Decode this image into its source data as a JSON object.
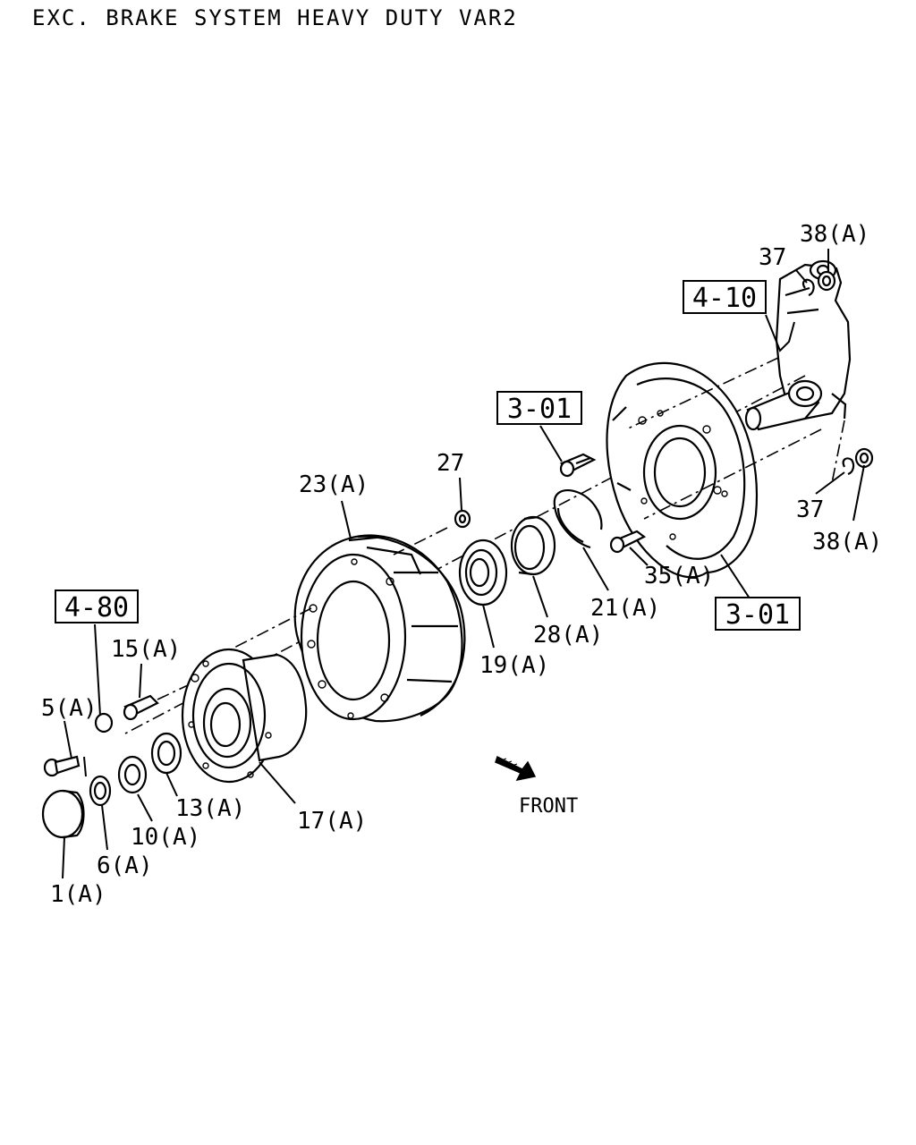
{
  "title": "EXC. BRAKE SYSTEM HEAVY DUTY VAR2",
  "front_label": "FRONT",
  "reference_boxes": {
    "ref_4_10": "4-10",
    "ref_3_01_top": "3-01",
    "ref_3_01_bottom": "3-01",
    "ref_4_80": "4-80"
  },
  "part_labels": {
    "p38a_top": "38(A)",
    "p37_top": "37",
    "p37_bottom": "37",
    "p38a_bottom": "38(A)",
    "p27": "27",
    "p23a": "23(A)",
    "p35a": "35(A)",
    "p21a": "21(A)",
    "p28a": "28(A)",
    "p19a": "19(A)",
    "p15a": "15(A)",
    "p5a": "5(A)",
    "p13a": "13(A)",
    "p17a": "17(A)",
    "p10a": "10(A)",
    "p6a": "6(A)",
    "p1a": "1(A)"
  },
  "icons": {
    "front_arrow": "front-arrow-icon"
  }
}
